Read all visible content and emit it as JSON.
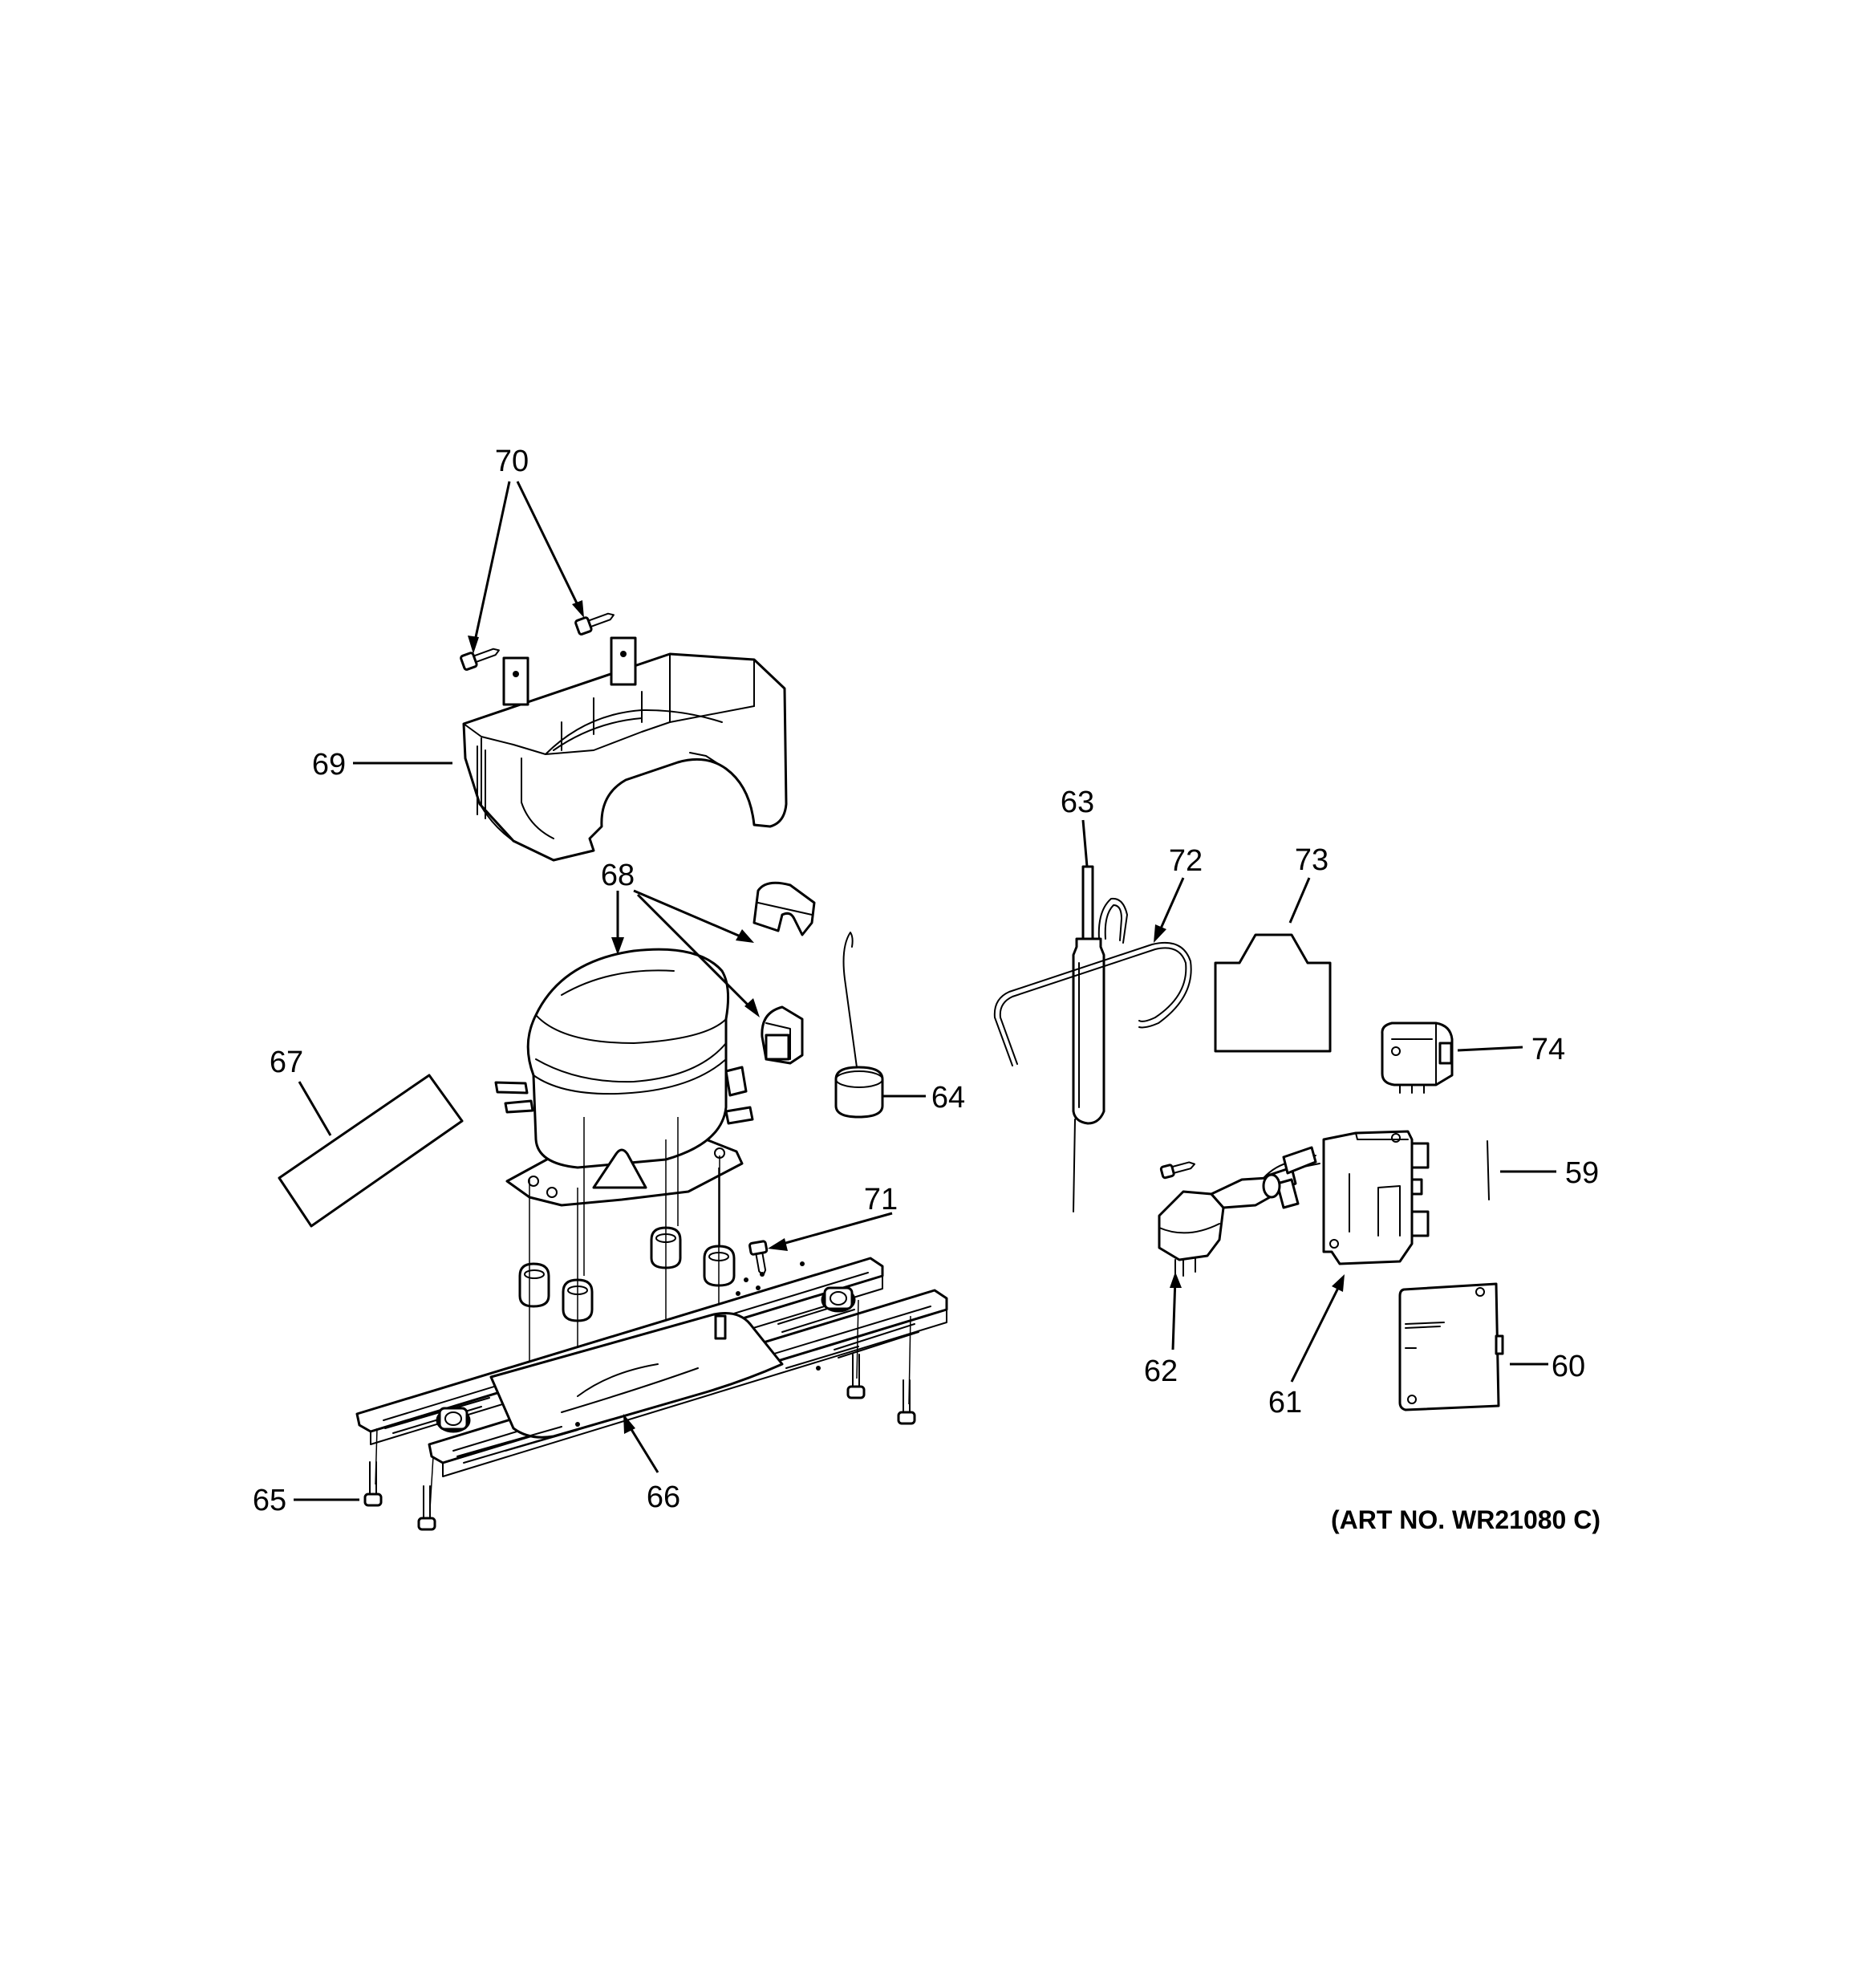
{
  "callouts": {
    "c59": "59",
    "c60": "60",
    "c61": "61",
    "c62": "62",
    "c63": "63",
    "c64": "64",
    "c65": "65",
    "c66": "66",
    "c67": "67",
    "c68": "68",
    "c69": "69",
    "c70": "70",
    "c71": "71",
    "c72": "72",
    "c73": "73",
    "c74": "74"
  },
  "art_number": "(ART NO. WR21080 C)",
  "colors": {
    "line": "#000000",
    "background": "#ffffff"
  }
}
